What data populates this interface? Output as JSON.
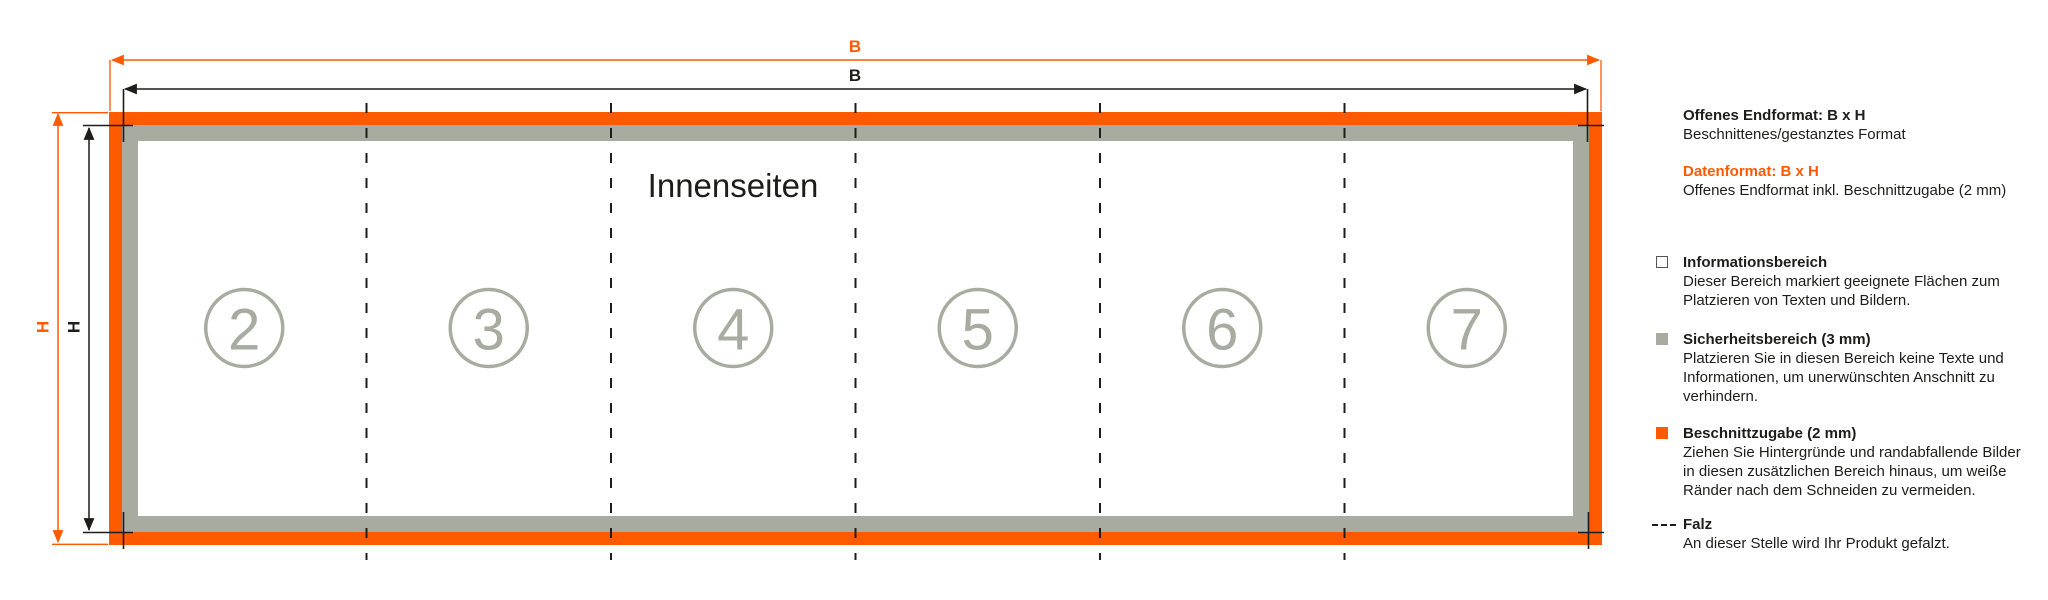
{
  "colors": {
    "orange": "#ff5a00",
    "safety_gray": "#a8aba0",
    "line_black": "#1d1d1b",
    "info_swatch_border": "#575756"
  },
  "diagram": {
    "inner_label": "Innenseiten",
    "dim_outer_width_label": "B",
    "dim_inner_width_label": "B",
    "dim_outer_height_label": "H",
    "dim_inner_height_label": "H",
    "panel_numbers": [
      "2",
      "3",
      "4",
      "5",
      "6",
      "7"
    ]
  },
  "legend": {
    "blocks": [
      {
        "heading": "Offenes Endformat: B x H",
        "body": "Beschnittenes/gestanztes Format"
      },
      {
        "heading": "Datenformat: B x H",
        "body": "Offenes Endformat inkl. Beschnittzugabe (2 mm)"
      },
      {
        "heading": "Informationsbereich",
        "body": "Dieser Bereich markiert geeignete Flächen zum Platzieren von Texten und Bildern."
      },
      {
        "heading": "Sicherheitsbereich (3 mm)",
        "body": "Platzieren Sie in diesen Bereich keine Texte und Informationen, um unerwünschten Anschnitt zu verhindern."
      },
      {
        "heading": "Beschnittzugabe (2 mm)",
        "body": "Ziehen Sie Hintergründe und randabfallende Bilder in diesen zusätzlichen Bereich hinaus, um weiße Ränder nach dem Schneiden zu vermeiden."
      },
      {
        "heading": "Falz",
        "body": "An dieser Stelle wird Ihr Produkt gefalzt."
      }
    ]
  }
}
